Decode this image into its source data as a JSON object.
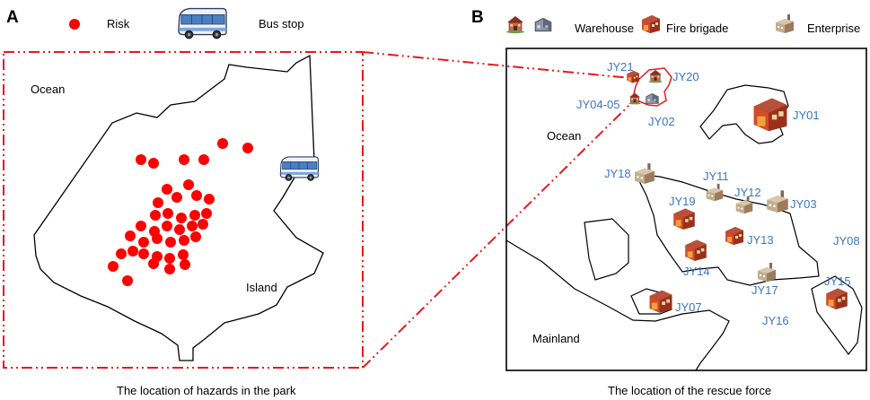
{
  "panel_a": {
    "letter": "A",
    "legend": {
      "risk_label": "Risk",
      "bus_label": "Bus stop"
    },
    "labels": {
      "ocean": "Ocean",
      "island": "Island"
    },
    "caption": "The location of hazards in the park"
  },
  "panel_b": {
    "letter": "B",
    "legend": {
      "warehouse_label": "Warehouse",
      "fire_label": "Fire brigade",
      "enterprise_label": "Enterprise"
    },
    "labels": {
      "ocean": "Ocean",
      "mainland": "Mainland"
    },
    "sites": [
      "JY21",
      "JY20",
      "JY04-05",
      "JY02",
      "JY01",
      "JY18",
      "JY11",
      "JY19",
      "JY12",
      "JY03",
      "JY08",
      "JY13",
      "JY14",
      "JY17",
      "JY15",
      "JY07",
      "JY16"
    ],
    "caption": "The location of the rescue force"
  },
  "colors": {
    "risk": "#ff0000",
    "site_label": "#3b74c4",
    "zoom_frame": "#e8191b"
  }
}
